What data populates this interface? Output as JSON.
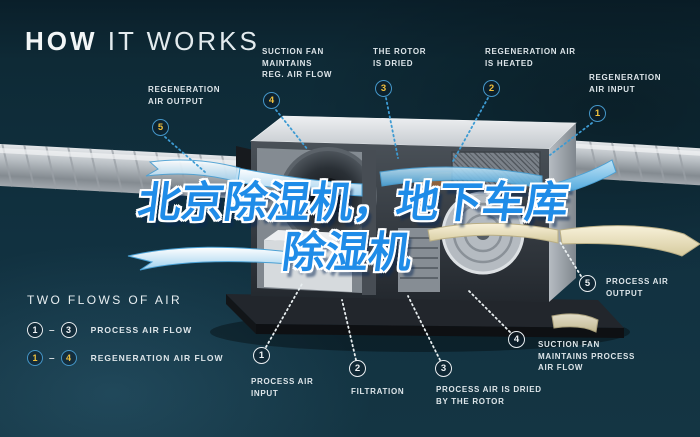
{
  "title": {
    "bold": "HOW",
    "light": "IT WORKS"
  },
  "headline": {
    "line1": "北京除湿机，地下车库",
    "line2": "除湿机",
    "color": "#1f8ce8"
  },
  "callouts": {
    "regeneration": [
      {
        "num": "5",
        "label": "REGENERATION\nAIR OUTPUT"
      },
      {
        "num": "4",
        "label": "SUCTION FAN\nMAINTAINS\nREG. AIR FLOW"
      },
      {
        "num": "3",
        "label": "THE ROTOR\nIS DRIED"
      },
      {
        "num": "2",
        "label": "REGENERATION AIR\nIS HEATED"
      },
      {
        "num": "1",
        "label": "REGENERATION\nAIR INPUT"
      }
    ],
    "process": [
      {
        "num": "1",
        "label": "PROCESS AIR\nINPUT"
      },
      {
        "num": "2",
        "label": "FILTRATION"
      },
      {
        "num": "3",
        "label": "PROCESS AIR IS DRIED\nBY THE ROTOR"
      },
      {
        "num": "4",
        "label": "SUCTION FAN\nMAINTAINS PROCESS\nAIR FLOW"
      },
      {
        "num": "5",
        "label": "PROCESS AIR\nOUTPUT"
      }
    ]
  },
  "legend": {
    "title": "TWO FLOWS OF AIR",
    "rows": [
      {
        "from": "1",
        "to": "3",
        "label": "PROCESS AIR FLOW"
      },
      {
        "from": "1",
        "to": "4",
        "label": "REGENERATION AIR FLOW"
      }
    ]
  },
  "colors": {
    "background": "#113140",
    "badge_blue_border": "#4496c8",
    "badge_number_yellow": "#f0c13d",
    "badge_white": "#e9eef1",
    "headline_blue": "#1f8ce8",
    "connector_blue": "#3d9bd3"
  }
}
